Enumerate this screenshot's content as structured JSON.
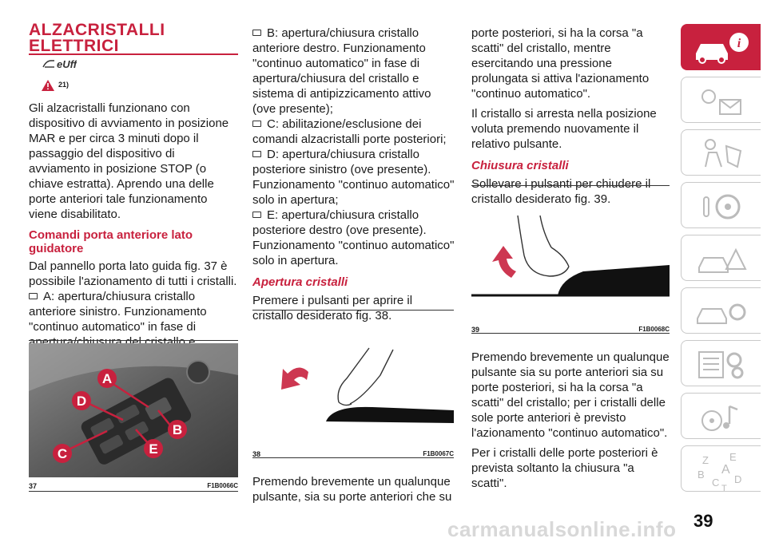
{
  "title_line1": "ALZACRISTALLI",
  "title_line2": "ELETTRICI",
  "eco_icon": "eco-window-icon",
  "warning_ref": "21)",
  "col1": {
    "intro": "Gli alzacristalli funzionano con dispositivo di avviamento in posizione MAR e per circa 3 minuti dopo il passaggio del dispositivo di avviamento in posizione STOP (o chiave estratta). Aprendo una delle porte anteriori tale funzionamento viene disabilitato.",
    "subheading": "Comandi porta anteriore lato guidatore",
    "para2": "Dal pannello porta lato guida fig. 37 è possibile l'azionamento di tutti i cristalli.",
    "bullet_a": "A: apertura/chiusura cristallo anteriore sinistro. Funzionamento \"continuo automatico\" in fase di apertura/chiusura del cristallo e sistema di antipizzicamento attivo;"
  },
  "fig37": {
    "number": "37",
    "code": "F1B0066C",
    "labels": [
      "A",
      "D",
      "B",
      "C",
      "E"
    ]
  },
  "col2": {
    "bullet_b": "B: apertura/chiusura cristallo anteriore destro. Funzionamento \"continuo automatico\" in fase di apertura/chiusura del cristallo e sistema di antipizzicamento attivo (ove presente);",
    "bullet_c": "C: abilitazione/esclusione dei comandi alzacristalli porte posteriori;",
    "bullet_d": "D: apertura/chiusura cristallo posteriore sinistro (ove presente). Funzionamento \"continuo automatico\" solo in apertura;",
    "bullet_e": "E: apertura/chiusura cristallo posteriore destro (ove presente). Funzionamento \"continuo automatico\" solo in apertura.",
    "subheading": "Apertura cristalli",
    "para": "Premere i pulsanti per aprire il cristallo desiderato fig. 38.",
    "para_bottom": "Premendo brevemente un qualunque pulsante, sia su porte anteriori che su"
  },
  "fig38": {
    "number": "38",
    "code": "F1B0067C"
  },
  "col3": {
    "para1": "porte posteriori, si ha la corsa \"a scatti\" del cristallo, mentre esercitando una pressione prolungata si attiva l'azionamento \"continuo automatico\".",
    "para2": "Il cristallo si arresta nella posizione voluta premendo nuovamente il relativo pulsante.",
    "subheading": "Chiusura cristalli",
    "para3": "Sollevare i pulsanti per chiudere il cristallo desiderato fig. 39.",
    "para4": "Premendo brevemente un qualunque pulsante sia su porte anteriori sia su porte posteriori, si ha la corsa \"a scatti\" del cristallo; per i cristalli delle sole porte anteriori è previsto l'azionamento \"continuo automatico\".",
    "para5": "Per i cristalli delle porte posteriori è prevista soltanto la chiusura \"a scatti\"."
  },
  "fig39": {
    "number": "39",
    "code": "F1B0068C"
  },
  "sidebar": {
    "tabs": [
      "car-info-icon",
      "warning-lights-icon",
      "safety-icon",
      "steering-wheel-icon",
      "emergency-icon",
      "maintenance-icon",
      "specs-icon",
      "multimedia-icon",
      "index-icon"
    ],
    "index_letters": [
      "Z",
      "E",
      "A",
      "B",
      "C",
      "D",
      "T"
    ]
  },
  "page_number": "39",
  "watermark": "carmanualsonline.info",
  "colors": {
    "accent": "#c8213e",
    "text": "#1a1a1a",
    "photo_bg": "#6e6e6e"
  }
}
